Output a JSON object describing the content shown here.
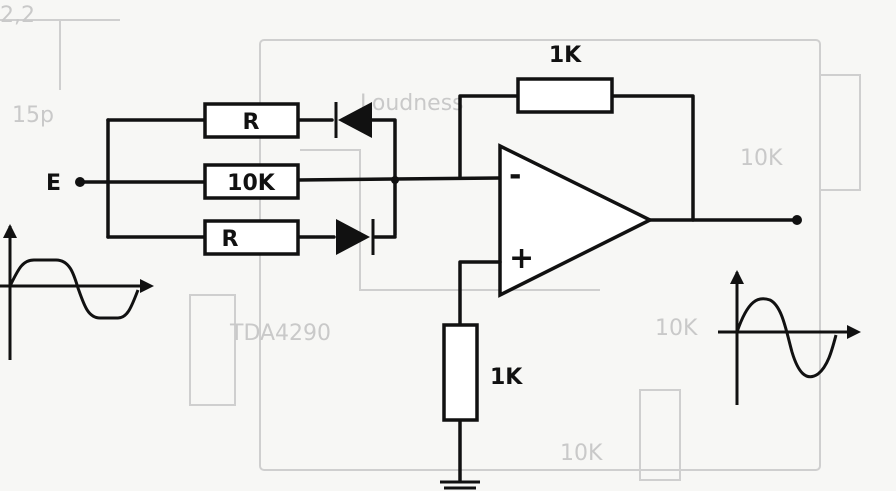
{
  "diagram": {
    "input_label": "E",
    "components": {
      "resistor_upper": "R",
      "resistor_middle": "10K",
      "resistor_lower": "R",
      "feedback_resistor": "1K",
      "ground_resistor": "1K"
    },
    "opamp": {
      "inverting": "-",
      "non_inverting": "+"
    },
    "background_labels": [
      "TDA4290",
      "10K",
      "10K",
      "10K",
      "15p",
      "2,2",
      "Loudness"
    ]
  }
}
